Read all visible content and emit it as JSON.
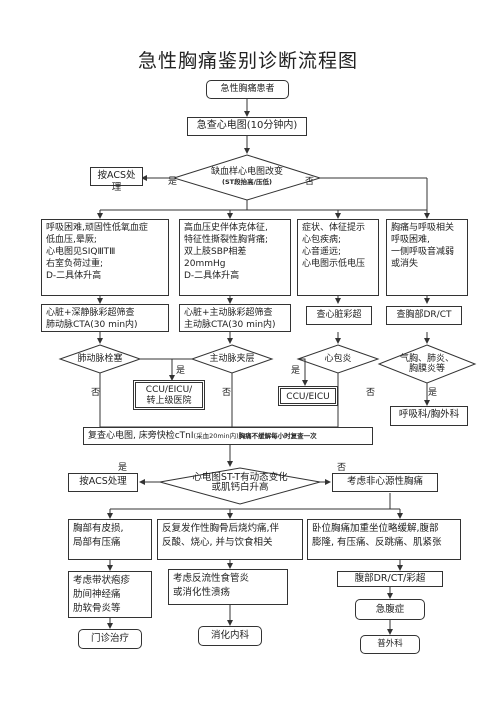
{
  "title": "急性胸痛鉴别诊断流程图",
  "start": "急性胸痛患者",
  "ecg10": "急查心电图(10分钟内)",
  "d1": {
    "line1": "缺血样心电图改变",
    "line2": "(ST段抬高/压低)",
    "yes": "是",
    "no": "否"
  },
  "acs1": "按ACS处理",
  "col1": {
    "text": [
      "呼吸困难,顽固性低氧血症",
      "低血压,晕厥;",
      "心电图见SⅠQⅢTⅢ",
      "右室负荷过重;",
      "D-二具体升高"
    ]
  },
  "col2": {
    "text": [
      "高血压史伴体克体征,",
      "特征性撕裂性胸背痛;",
      "双上肢SBP相差20mmHg",
      "D-二具体升高"
    ]
  },
  "col3": {
    "text": [
      "症状、体征提示",
      "心包疾病;",
      "心音遥远;",
      "心电图示低电压"
    ]
  },
  "col4": {
    "text": [
      "胸痛与呼吸相关",
      "呼吸困难,",
      "一侧呼吸音减弱",
      "或消失"
    ]
  },
  "exam1": [
    "心脏+深静脉彩超筛查",
    "肺动脉CTA(30 min内)"
  ],
  "exam2": [
    "心脏+主动脉彩超筛查",
    "主动脉CTA(30 min内)"
  ],
  "exam3": "查心脏彩超",
  "exam4": "查胸部DR/CT",
  "dx1": "肺动脉栓塞",
  "dx2": "主动脉夹层",
  "dx3": "心包炎",
  "dx4": [
    "气胸、肺炎、",
    "胸膜炎等"
  ],
  "ccu1": [
    "CCU/EICU/",
    "转上级医院"
  ],
  "ccu2": "CCU/EICU",
  "resp": "呼吸科/胸外科",
  "yes_lbl": "是",
  "no_lbl": "否",
  "recheck": {
    "main": "复查心电图, 床旁快检cTnI",
    "paren": "(采血20min内)",
    "bold": "胸痛不缓解每小时复查一次"
  },
  "d2": {
    "line1": "心电图ST-T有动态变化",
    "line2": "或肌钙白升高",
    "yes": "是",
    "no": "否"
  },
  "acs2": "按ACS处理",
  "noncardiac": "考虑非心源性胸痛",
  "b1": [
    "胸部有皮损,",
    "局部有压痛"
  ],
  "b2": [
    "反复发作性胸骨后烧灼痛,伴",
    "反酸、烧心, 并与饮食相关"
  ],
  "b3": [
    "卧位胸痛加重坐位略缓解,腹部",
    "膨隆, 有压痛、反跳痛、肌紧张"
  ],
  "c1": [
    "考虑带状疱疹",
    "肋间神经痛",
    "肋软骨炎等"
  ],
  "c2": [
    "考虑反流性食管炎",
    "或消化性溃疡"
  ],
  "c3": "腹部DR/CT/彩超",
  "e1": "门诊治疗",
  "e2": "消化内科",
  "e3": "急腹症",
  "e4": "普外科"
}
